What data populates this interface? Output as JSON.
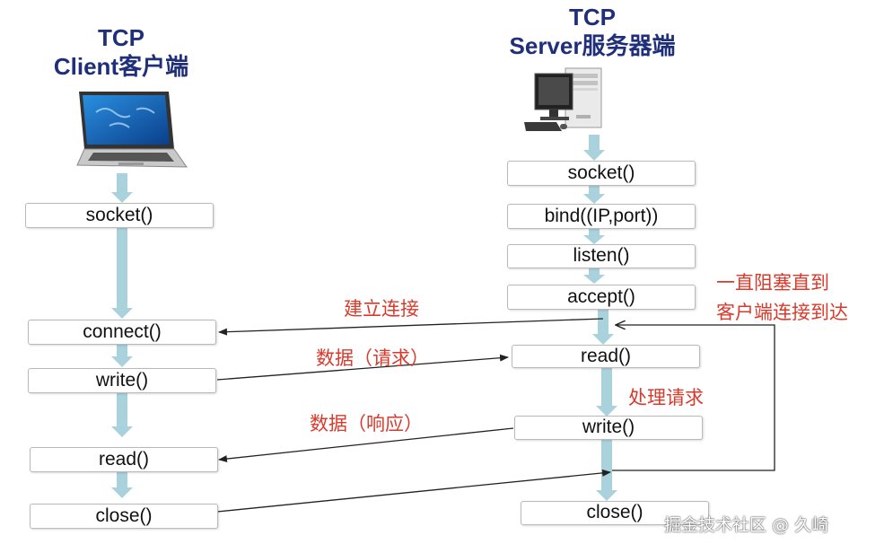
{
  "client": {
    "title_line1": "TCP",
    "title_line2": "Client客户端",
    "steps": [
      "socket()",
      "connect()",
      "write()",
      "read()",
      "close()"
    ]
  },
  "server": {
    "title_line1": "TCP",
    "title_line2": "Server服务器端",
    "steps": [
      "socket()",
      "bind((IP,port))",
      "listen()",
      "accept()",
      "read()",
      "write()",
      "close()"
    ]
  },
  "labels": {
    "establish": "建立连接",
    "data_request": "数据（请求）",
    "data_response": "数据（响应）",
    "process": "处理请求",
    "block_line1": "一直阻塞直到",
    "block_line2": "客户端连接到达"
  },
  "watermark": "掘金技术社区 @ 久崎",
  "colors": {
    "title": "#1f2f7a",
    "annotation": "#d93a2b",
    "flow_arrow": "#a9d2dc",
    "connector": "#222222"
  }
}
